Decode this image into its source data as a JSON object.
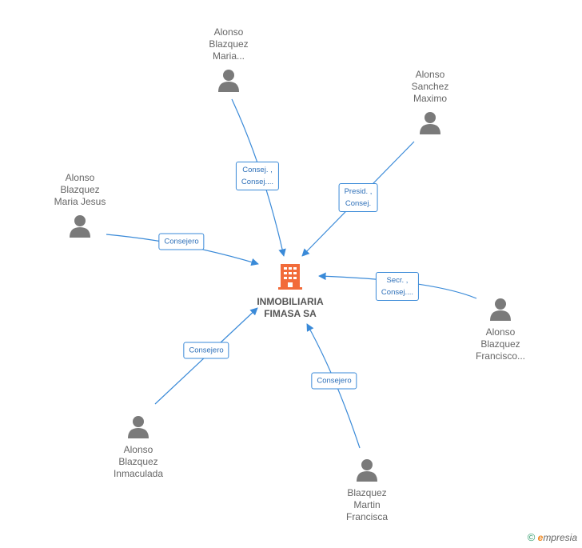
{
  "company": {
    "name_lines": [
      "INMOBILIARIA",
      "FIMASA SA"
    ],
    "icon": "building-icon",
    "color": "#f26b3a"
  },
  "people": [
    {
      "id": "p1",
      "name_lines": [
        "Alonso",
        "Blazquez",
        "Maria..."
      ],
      "role_lines": [
        "Consej. ,",
        "Consej...."
      ],
      "icon": "person-icon"
    },
    {
      "id": "p2",
      "name_lines": [
        "Alonso",
        "Sanchez",
        "Maximo"
      ],
      "role_lines": [
        "Presid. ,",
        "Consej."
      ],
      "icon": "person-icon"
    },
    {
      "id": "p3",
      "name_lines": [
        "Alonso",
        "Blazquez",
        "Maria Jesus"
      ],
      "role_lines": [
        "Consejero"
      ],
      "icon": "person-icon"
    },
    {
      "id": "p4",
      "name_lines": [
        "Alonso",
        "Blazquez",
        "Francisco..."
      ],
      "role_lines": [
        "Secr. ,",
        "Consej...."
      ],
      "icon": "person-icon"
    },
    {
      "id": "p5",
      "name_lines": [
        "Alonso",
        "Blazquez",
        "Inmaculada"
      ],
      "role_lines": [
        "Consejero"
      ],
      "icon": "person-icon"
    },
    {
      "id": "p6",
      "name_lines": [
        "Blazquez",
        "Martin",
        "Francisca"
      ],
      "role_lines": [
        "Consejero"
      ],
      "icon": "person-icon"
    }
  ],
  "colors": {
    "edge": "#3a8ad8",
    "person": "#7a7a7a",
    "text": "#666666"
  },
  "footer": {
    "copyright": "©",
    "brand_initial": "e",
    "brand_rest": "mpresia"
  }
}
